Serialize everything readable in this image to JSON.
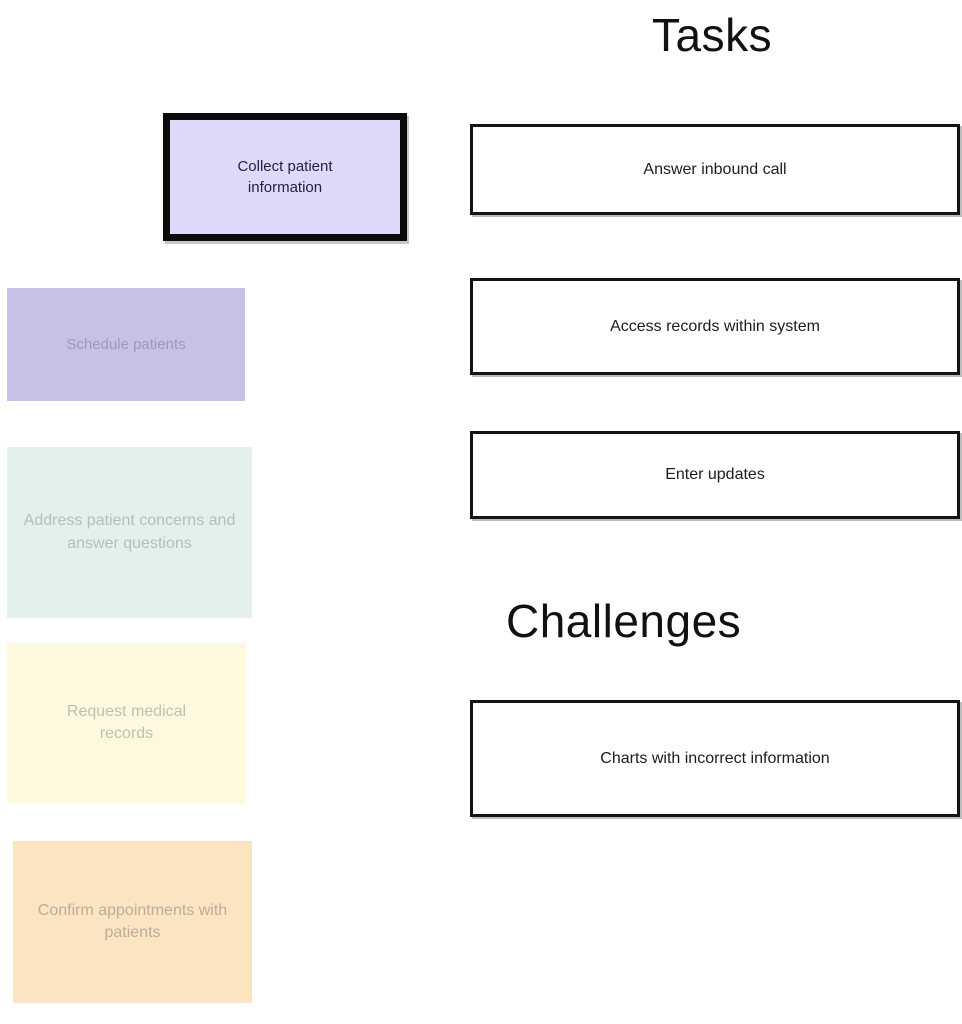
{
  "headings": {
    "tasks": "Tasks",
    "challenges": "Challenges"
  },
  "notes": [
    {
      "label": "Collect patient information",
      "fill": "#ded9f8",
      "text_color": "#23233a",
      "selected": true
    },
    {
      "label": "Schedule patients",
      "fill": "#c6c2e7",
      "text_color": "#9d9ab5",
      "selected": false
    },
    {
      "label": "Address patient concerns and answer questions",
      "fill": "#e4f0eb",
      "text_color": "#aec2bd",
      "selected": false
    },
    {
      "label": "Request medical records",
      "fill": "#fcf9df",
      "text_color": "#c4c0ab",
      "selected": false
    },
    {
      "label": "Confirm appointments with patients",
      "fill": "#fae4c1",
      "text_color": "#bfac97",
      "selected": false
    }
  ],
  "task_cards": [
    {
      "label": "Answer inbound call"
    },
    {
      "label": "Access records within system"
    },
    {
      "label": "Enter updates"
    }
  ],
  "challenge_cards": [
    {
      "label": "Charts with incorrect information"
    }
  ],
  "colors": {
    "background": "#ffffff",
    "card_border": "#141414",
    "selected_note_border": "#0b0b0b",
    "heading_text": "#111111"
  }
}
